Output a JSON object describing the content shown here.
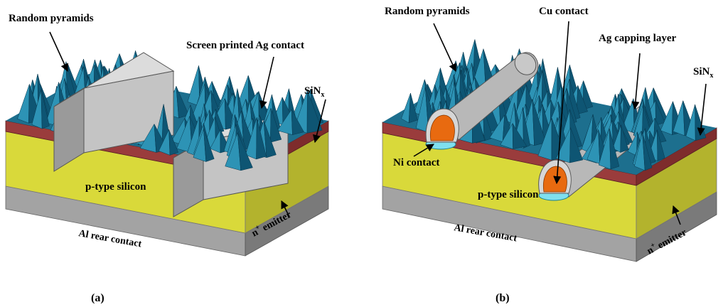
{
  "panel_a": {
    "caption": "(a)",
    "labels": {
      "random_pyramids": "Random pyramids",
      "contact": "Screen printed Ag contact",
      "sinx_base": "SiN",
      "sinx_sub": "x",
      "p_type": "p-type silicon",
      "emitter_sup": "+",
      "emitter_n": "n",
      "emitter_rest": " emitter",
      "rear": "Al rear contact"
    }
  },
  "panel_b": {
    "caption": "(b)",
    "labels": {
      "random_pyramids": "Random pyramids",
      "cu_contact": "Cu contact",
      "ag_capping": "Ag capping layer",
      "sinx_base": "SiN",
      "sinx_sub": "x",
      "ni_contact": "Ni contact",
      "p_type": "p-type silicon",
      "emitter_sup": "+",
      "emitter_n": "n",
      "emitter_rest": " emitter",
      "rear": "Al rear contact"
    }
  },
  "colors": {
    "pyramid_light": "#2d93b5",
    "pyramid_dark": "#0e5573",
    "pyramid_edge": "#08384f",
    "silicon_top": "#cfd035",
    "silicon_front": "#d9d93a",
    "silicon_side": "#b3b32d",
    "emitter": "#9a3c3c",
    "emitter_side": "#7e2c2c",
    "rear_front": "#a3a3a3",
    "rear_side": "#7a7a7a",
    "ag_top": "#dcdcdc",
    "ag_front": "#c4c4c4",
    "ag_side": "#9a9a9a",
    "cu": "#e86a10",
    "ni": "#7fe0ef"
  }
}
